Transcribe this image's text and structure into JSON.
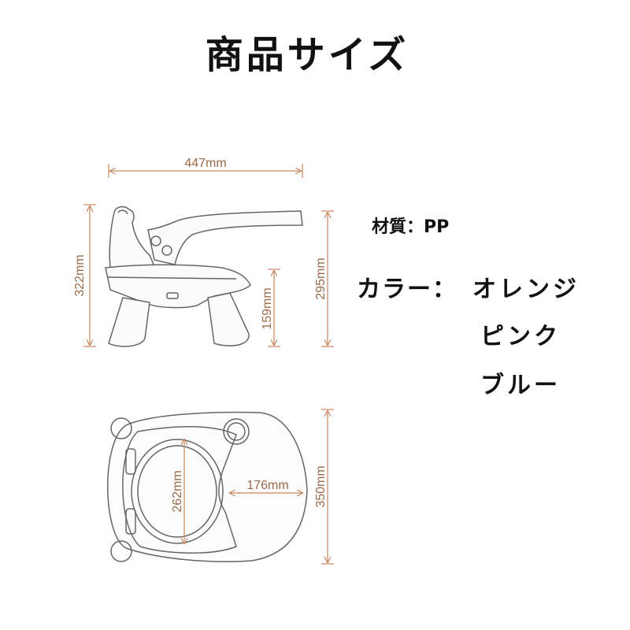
{
  "title": "商品サイズ",
  "dimensions": {
    "width_top": "447mm",
    "height_total": "322mm",
    "height_tray": "295mm",
    "height_legs": "159mm",
    "seat_depth": "262mm",
    "seat_width": "176mm",
    "depth_total": "350mm"
  },
  "specs": {
    "material": "材質：PP",
    "color_label": "カラー：",
    "colors": [
      "オレンジ",
      "ピンク",
      "ブルー"
    ]
  },
  "colors": {
    "dimension_line": "#c8875e",
    "outline": "#666666"
  }
}
